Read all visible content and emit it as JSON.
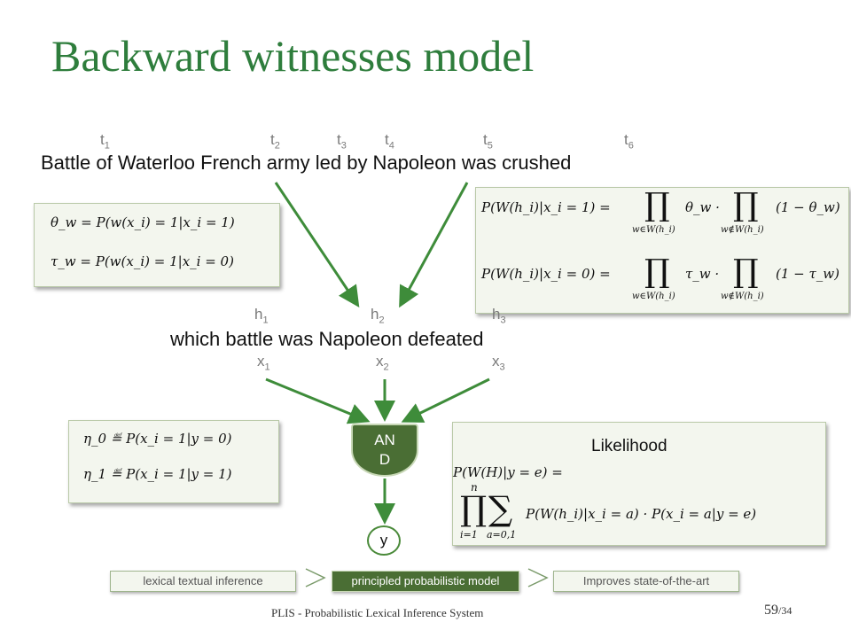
{
  "title": "Backward witnesses model",
  "t_labels": [
    {
      "base": "t",
      "sub": "1"
    },
    {
      "base": "t",
      "sub": "2"
    },
    {
      "base": "t",
      "sub": "3"
    },
    {
      "base": "t",
      "sub": "4"
    },
    {
      "base": "t",
      "sub": "5"
    },
    {
      "base": "t",
      "sub": "6"
    }
  ],
  "text_sentence": "Battle of Waterloo French army led by Napoleon was crushed",
  "h_labels": [
    {
      "base": "h",
      "sub": "1"
    },
    {
      "base": "h",
      "sub": "2"
    },
    {
      "base": "h",
      "sub": "3"
    }
  ],
  "hypothesis_sentence": "which battle was Napoleon defeated",
  "x_labels": [
    {
      "base": "x",
      "sub": "1"
    },
    {
      "base": "x",
      "sub": "2"
    },
    {
      "base": "x",
      "sub": "3"
    }
  ],
  "box_theta": {
    "line1": "θ_w = P(w(x_i) = 1|x_i = 1)",
    "line2": "τ_w = P(w(x_i) = 1|x_i = 0)"
  },
  "box_product": {
    "line1_lhs": "P(W(h_i)|x_i = 1) =",
    "line1_mid": "θ_w ·",
    "line1_end": "(1 − θ_w)",
    "line2_lhs": "P(W(h_i)|x_i = 0) =",
    "line2_mid": "τ_w ·",
    "line2_end": "(1 − τ_w)",
    "prod_under_a": "w∈W(h_i)",
    "prod_under_b": "w∉W(h_i)"
  },
  "box_eta": {
    "line1": "η_0 ≝ P(x_i = 1|y = 0)",
    "line2": "η_1 ≝ P(x_i = 1|y = 1)"
  },
  "and_gate_label": "AN D",
  "y_node_label": "y",
  "likelihood": {
    "heading": "Likelihood",
    "line1": "P(W(H)|y = e) =",
    "prod_top": "n",
    "prod_bottom": "i=1",
    "sum_bottom": "a=0,1",
    "line2": "P(W(h_i)|x_i = a) · P(x_i = a|y = e)"
  },
  "pipeline": [
    "lexical textual inference",
    "principled probabilistic model",
    "Improves state-of-the-art"
  ],
  "footer": "PLIS - Probabilistic Lexical Inference System",
  "page_number": "59",
  "page_total": "/34",
  "colors": {
    "title_green": "#2e7d3c",
    "arrow_green": "#3e8c3a",
    "gate_green": "#4a6e34",
    "box_fill": "#f3f6ee"
  }
}
